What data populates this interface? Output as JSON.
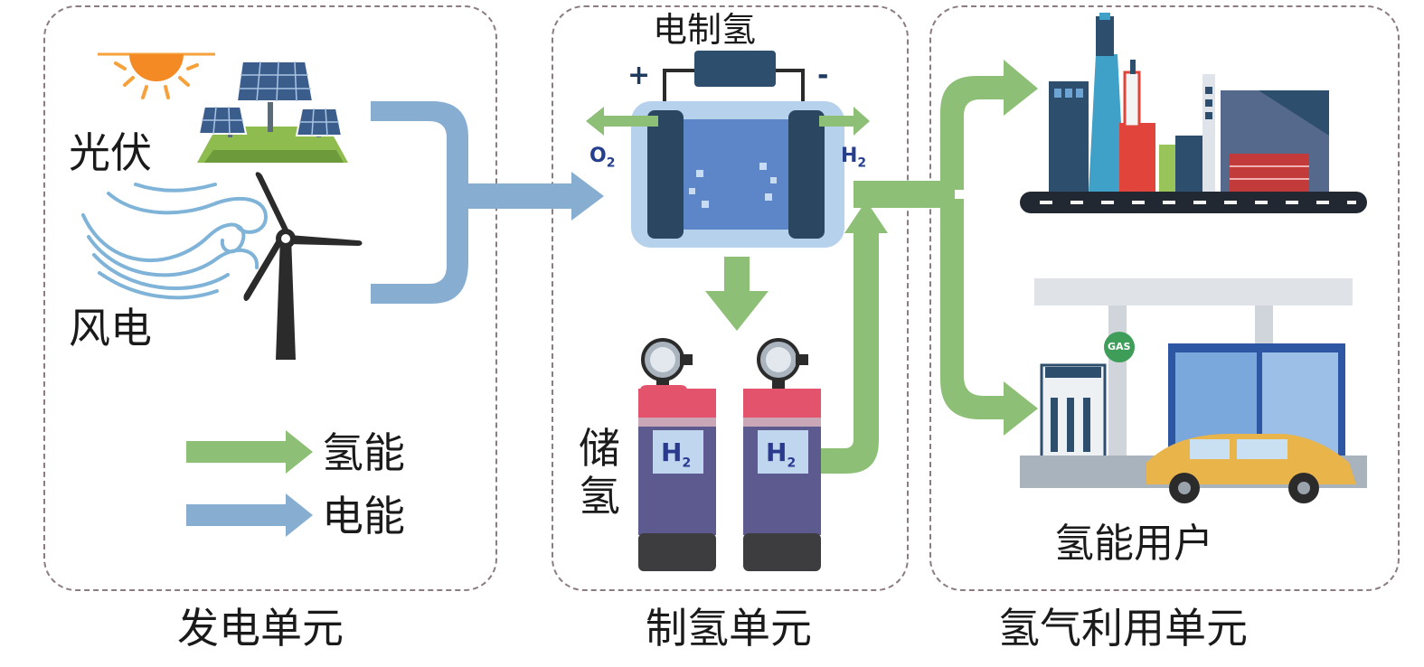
{
  "units": {
    "generation": "发电单元",
    "production": "制氢单元",
    "utilization": "氢气利用单元"
  },
  "generation": {
    "solar_label": "光伏",
    "wind_label": "风电"
  },
  "legend": {
    "hydrogen_label": "氢能",
    "electric_label": "电能",
    "hydrogen_color": "#8dbf76",
    "electric_color": "#87aed0"
  },
  "production": {
    "title": "电制氢",
    "plus": "+",
    "minus": "-",
    "o2": "O",
    "o2_sub": "2",
    "h2": "H",
    "h2_sub": "2",
    "storage_label": "储氢",
    "tank_h": "H",
    "tank_sub": "2"
  },
  "utilization": {
    "users_label": "氢能用户",
    "gas_sign": "GAS"
  }
}
